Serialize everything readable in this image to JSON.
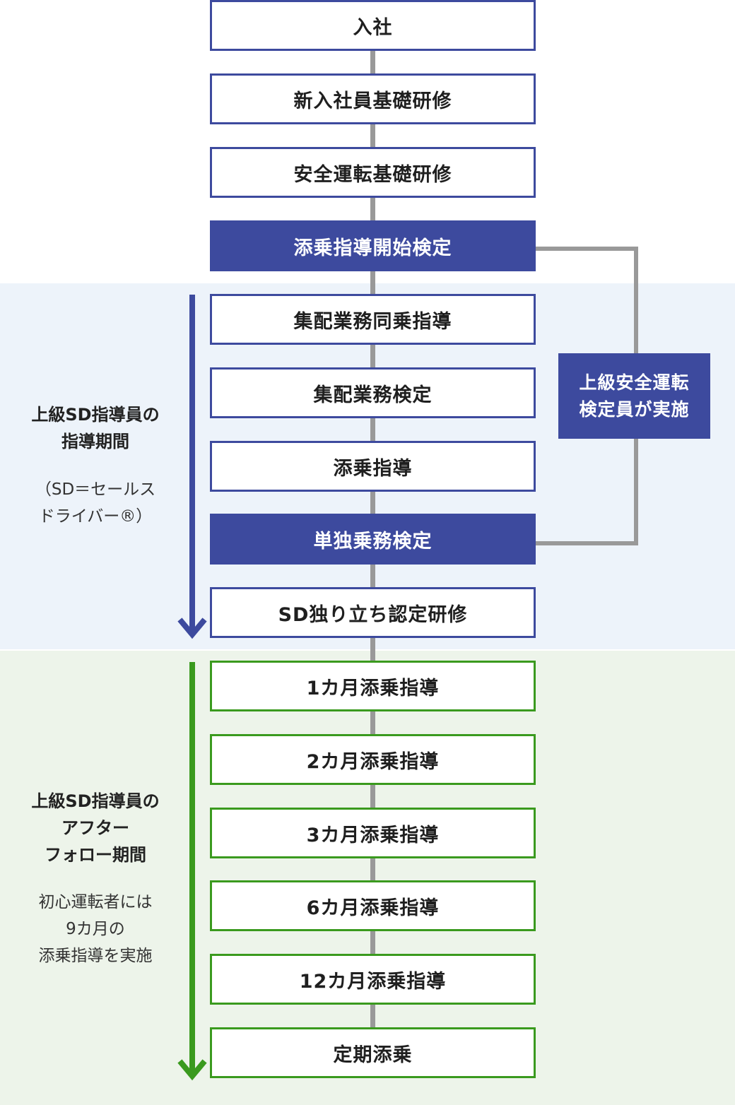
{
  "steps": {
    "s1": "入社",
    "s2": "新入社員基礎研修",
    "s3": "安全運転基礎研修",
    "s4": "添乗指導開始検定",
    "s5": "集配業務同乗指導",
    "s6": "集配業務検定",
    "s7": "添乗指導",
    "s8": "単独乗務検定",
    "s9": "SD独り立ち認定研修",
    "s10": "1カ月添乗指導",
    "s11": "2カ月添乗指導",
    "s12": "3カ月添乗指導",
    "s13": "6カ月添乗指導",
    "s14": "12カ月添乗指導",
    "s15": "定期添乗"
  },
  "inspector": {
    "line1": "上級安全運転",
    "line2": "検定員が実施"
  },
  "guidance_period": {
    "title_line1": "上級SD指導員の",
    "title_line2": "指導期間",
    "note_line1": "（SD＝セールス",
    "note_line2": "ドライバー®）"
  },
  "followup_period": {
    "title_line1": "上級SD指導員の",
    "title_line2": "アフター",
    "title_line3": "フォロー期間",
    "note_line1": "初心運転者には",
    "note_line2": "9カ月の",
    "note_line3": "添乗指導を実施"
  },
  "colors": {
    "navy": "#3d4a9e",
    "green": "#3a9a1e",
    "connector": "#999999",
    "band_blue": "#edf3fa",
    "band_green": "#edf4ea"
  }
}
